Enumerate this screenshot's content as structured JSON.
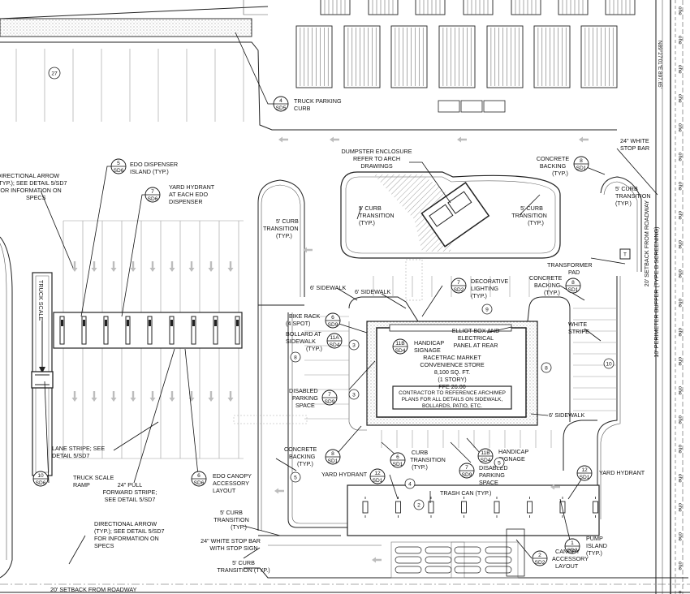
{
  "plan": {
    "setback_bottom": "20' SETBACK FROM ROADWAY",
    "setback_right": "20' SETBACK FROM ROADWAY",
    "buffer_right": "10' PERIMETER BUFFER (TYPE B SCREENING)",
    "bearing": "N89°27'01\"E  897.65'",
    "utility_line": "ohe",
    "truck_scale": "TRUCK SCALE",
    "parking_count_27": "27",
    "parking_counts": [
      "9",
      "8",
      "8",
      "10",
      "5",
      "3",
      "3",
      "5",
      "4",
      "2"
    ]
  },
  "store": {
    "name": "RACETRAC MARKET",
    "type": "CONVENIENCE STORE",
    "area": "8,100 SQ. FT.",
    "stories": "(1 STORY)",
    "ffe": "FFE 26.00",
    "note_line1": "CONTRACTOR TO REFERENCE ARCH/MEP",
    "note_line2": "PLANS FOR ALL DETAILS ON SIDEWALK,",
    "note_line3": "BOLLARDS, PATIO, ETC."
  },
  "tags": {
    "sd5": {
      "num": "4",
      "sheet": "SD5"
    },
    "sd6_5": {
      "num": "5",
      "sheet": "SD6"
    },
    "sd6_7": {
      "num": "7",
      "sheet": "SD6"
    },
    "sd6_10": {
      "num": "10",
      "sheet": "SD6"
    },
    "sd6_6": {
      "num": "6",
      "sheet": "SD6"
    },
    "sd2_7": {
      "num": "7",
      "sheet": "SD2"
    },
    "sd1_8a": {
      "num": "8",
      "sheet": "SD1"
    },
    "sd1_8b": {
      "num": "8",
      "sheet": "SD1"
    },
    "sd9_6": {
      "num": "6",
      "sheet": "SD9"
    },
    "sd4_11a": {
      "num": "11A",
      "sheet": "SD4"
    },
    "sd4_11b": {
      "num": "11B",
      "sheet": "SD4"
    },
    "sd9_7a": {
      "num": "7",
      "sheet": "SD9"
    },
    "sd1_8c": {
      "num": "8",
      "sheet": "SD1"
    },
    "sd1_6": {
      "num": "6",
      "sheet": "SD1"
    },
    "sd9_7b": {
      "num": "7",
      "sheet": "SD9"
    },
    "sd4_11b2": {
      "num": "11B",
      "sheet": "SD4"
    },
    "sd1_12a": {
      "num": "12",
      "sheet": "SD1"
    },
    "sd1_12b": {
      "num": "12",
      "sheet": "SD1"
    },
    "sd2_2": {
      "num": "2",
      "sheet": "SD2"
    },
    "sd2_1": {
      "num": "1",
      "sheet": "SD2"
    },
    "sd1_8d": {
      "num": "8",
      "sheet": "SD1"
    }
  },
  "labels": {
    "truck_curb": [
      "TRUCK PARKING",
      "CURB"
    ],
    "dir_arrow_left": [
      "DIRECTIONAL ARROW",
      "(TYP.); SEE DETAIL 5/SD7",
      "FOR INFORMATION ON",
      "SPECS"
    ],
    "edo_island": [
      "EDO DISPENSER",
      "ISLAND (TYP.)"
    ],
    "yard_hydrant_edo": [
      "YARD HYDRANT",
      "AT EACH EDO",
      "DISPENSER"
    ],
    "dumpster": [
      "DUMPSTER ENCLOSURE",
      "REFER TO ARCH",
      "DRAWINGS"
    ],
    "concrete_backing_top": [
      "CONCRETE",
      "BACKING",
      "(TYP.)"
    ],
    "white_stop_bar_top": [
      "24\" WHITE",
      "STOP BAR"
    ],
    "curb_trans_a": [
      "5' CURB",
      "TRANSITION",
      "(TYP.)"
    ],
    "curb_trans_b": [
      "5' CURB",
      "TRANSITION",
      "(TYP.)"
    ],
    "curb_trans_c": [
      "5' CURB",
      "TRANSITION",
      "(TYP.)"
    ],
    "curb_trans_d": [
      "5' CURB",
      "TRANSITION",
      "(TYP.)"
    ],
    "transformer": [
      "TRANSFORMER",
      "PAD"
    ],
    "sidewalk_a": "6' SIDEWALK",
    "sidewalk_b": "6' SIDEWALK",
    "sidewalk_c": "6' SIDEWALK",
    "decorative": [
      "DECORATIVE",
      "LIGHTING",
      "(TYP.)"
    ],
    "concrete_backing_mid": [
      "CONCRETE",
      "BACKING",
      "(TYP.)"
    ],
    "bike_rack": [
      "BIKE RACK",
      "(4 SPOT)"
    ],
    "bollard": [
      "BOLLARD AT",
      "SIDEWALK",
      "(TYP.)"
    ],
    "handicap_signage": [
      "HANDICAP",
      "SIGNAGE"
    ],
    "elliot_box": [
      "ELLIOT BOX AND",
      "ELECTRICAL",
      "PANEL AT REAR"
    ],
    "white_stripe": [
      "WHITE",
      "STRIPE"
    ],
    "disabled_space_left": [
      "DISABLED",
      "PARKING",
      "SPACE"
    ],
    "lane_stripe": [
      "LANE STRIPE; SEE",
      "DETAIL 5/SD7"
    ],
    "pull_forward": [
      "24\" PULL",
      "FORWARD STRIPE;",
      "SEE DETAIL 5/SD7"
    ],
    "edo_canopy": [
      "EDO CANOPY",
      "ACCESSORY",
      "LAYOUT"
    ],
    "truck_scale_ramp": [
      "TRUCK SCALE",
      "RAMP"
    ],
    "concrete_backing_low": [
      "CONCRETE",
      "BACKING",
      "(TYP.)"
    ],
    "curb_transition_low": [
      "CURB",
      "TRANSITION",
      "(TYP.)"
    ],
    "disabled_space_right": [
      "DISABLED",
      "PARKING",
      "SPACE"
    ],
    "handicap_signage_low": [
      "HANDICAP",
      "SIGNAGE"
    ],
    "yard_hydrant_left": "YARD HYDRANT",
    "yard_hydrant_right": "YARD HYDRANT",
    "trash_can": "TRASH CAN (TYP.)",
    "curb_trans_low2": [
      "5' CURB",
      "TRANSITION",
      "(TYP.)"
    ],
    "white_stop_bar_low": [
      "24\" WHITE STOP BAR",
      "WITH STOP SIGN"
    ],
    "curb_trans_low3": [
      "5' CURB",
      "TRANSITION (TYP.)"
    ],
    "dir_arrow_low": [
      "DIRECTIONAL ARROW",
      "(TYP.); SEE DETAIL 5/SD7",
      "FOR INFORMATION ON",
      "SPECS"
    ],
    "canopy_layout": [
      "CANOPY",
      "ACCESSORY",
      "LAYOUT"
    ],
    "pump_island": [
      "PUMP",
      "ISLAND",
      "(TYP.)"
    ]
  },
  "colors": {
    "line": "#222222",
    "paper": "#ffffff",
    "hatch": "#7a7a7a",
    "arrow": "#bdbdbd"
  }
}
